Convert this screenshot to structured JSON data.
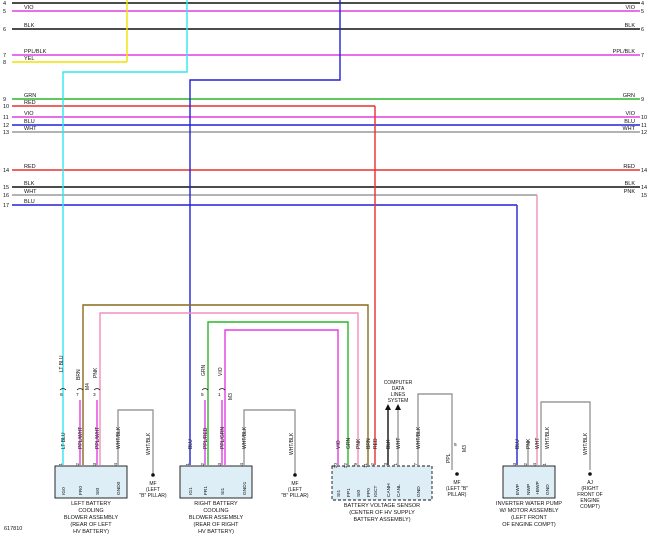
{
  "colors": {
    "VIO": "#e23ee2",
    "BLK": "#111111",
    "PPL": "#e23ee2",
    "YEL": "#f2e200",
    "GRN": "#2cb52c",
    "RED": "#e8302f",
    "BLU": "#2222d6",
    "WHT": "#9a9a9a",
    "PNK": "#f28fb8",
    "LTBLU": "#30e6f0",
    "BRN": "#8a6a1c",
    "connector_fill": "#ddeef6"
  },
  "rows": [
    {
      "n": "4",
      "label": "",
      "color": "BLK",
      "num_right": "4"
    },
    {
      "n": "5",
      "label": "VIO",
      "color": "VIO",
      "num_right": "5"
    },
    {
      "n": "6",
      "label": "BLK",
      "color": "BLK",
      "num_right": "6"
    },
    {
      "n": "7",
      "label": "PPL/BLK",
      "color": "PPL",
      "num_right": "7"
    },
    {
      "n": "8",
      "label": "YEL",
      "color": "YEL",
      "num_right": ""
    },
    {
      "n": "9",
      "label": "GRN",
      "color": "GRN",
      "num_right": "9"
    },
    {
      "n": "10",
      "label": "RED",
      "color": "RED",
      "num_right": ""
    },
    {
      "n": "11",
      "label": "VIO",
      "color": "VIO",
      "num_right": "10"
    },
    {
      "n": "12",
      "label": "BLU",
      "color": "BLU",
      "num_right": "11"
    },
    {
      "n": "13",
      "label": "WHT",
      "color": "WHT",
      "num_right": "12"
    },
    {
      "n": "14",
      "label": "RED",
      "color": "RED",
      "num_right": "14"
    },
    {
      "n": "15",
      "label": "BLK",
      "color": "BLK",
      "num_right": "14"
    },
    {
      "n": "16",
      "label": "WHT",
      "color": "WHT",
      "num_right": "15"
    },
    {
      "n": "17",
      "label": "BLU",
      "color": "BLU",
      "num_right": ""
    }
  ],
  "right_labels": [
    {
      "label": "VIO"
    },
    {
      "label": "BLK"
    },
    {
      "label": "PPL/BLK"
    },
    {
      "label": "GRN"
    },
    {
      "label": "VIO"
    },
    {
      "label": "BLU"
    },
    {
      "label": "WHT"
    },
    {
      "label": "RED"
    },
    {
      "label": "BLK"
    },
    {
      "label": "PNK"
    }
  ],
  "components": {
    "left_blower": {
      "caption": [
        "LEFT BATTERY",
        "COOLING",
        "BLOWER ASSEMBLY",
        "(REAR OF LEFT",
        "HV BATTERY)"
      ],
      "pins": [
        "IG0",
        "FR0",
        "SI0",
        "GND0"
      ],
      "pin_numbers": [
        "1",
        "2",
        "3",
        "4"
      ],
      "wires": [
        "LT BLU",
        "PPL/WHT",
        "PPL/WHT",
        "WHT/BLK"
      ],
      "top_wires": [
        "LT BLU",
        "BRN",
        "PNK"
      ],
      "top_pins": [
        "6",
        "7",
        "3"
      ],
      "connector": "M4",
      "ground_label": "WHT/BLK",
      "ground": [
        "MF",
        "(LEFT",
        "\"B\" PILLAR)"
      ]
    },
    "right_blower": {
      "caption": [
        "RIGHT BATTERY",
        "COOLING",
        "BLOWER ASSEMBLY",
        "(REAR OF RIGHT",
        "HV BATTERY)"
      ],
      "pins": [
        "IG1",
        "FR1",
        "SI1",
        "GND1"
      ],
      "pin_numbers": [
        "1",
        "2",
        "3",
        "4"
      ],
      "wires": [
        "BLU",
        "PPL/RED",
        "PPL/GRN",
        "WHT/BLK"
      ],
      "top_wires": [
        "GRN",
        "VIO"
      ],
      "top_pins": [
        "5",
        "1"
      ],
      "connector": "M3",
      "ground_label": "WHT/BLK",
      "ground": [
        "MF",
        "(LEFT",
        "\"B\" PILLAR)"
      ]
    },
    "sensor": {
      "caption": [
        "BATTERY VOLTAGE SENSOR",
        "(CENTER OF HV SUPPLY",
        "BATTERY ASSEMBLY)"
      ],
      "pins": [
        "SI1",
        "FP1",
        "SI0",
        "FP0",
        "IGCT",
        "CANH",
        "CANL",
        "GND"
      ],
      "pin_numbers": [
        "10",
        "12",
        "9",
        "11",
        "2",
        "3",
        "1",
        "7"
      ],
      "wires": [
        "VIO",
        "GRN",
        "PNK",
        "BRN",
        "RED",
        "BLK",
        "WHT",
        "WHT/BLK"
      ],
      "can_label": [
        "COMPUTER",
        "DATA",
        "LINES",
        "SYSTEM"
      ],
      "ground_wire": "PPL",
      "ground_pin": "5",
      "connector": "M3",
      "ground": [
        "MF",
        "(LEFT \"B\"",
        "PILLAR)"
      ]
    },
    "pump": {
      "caption": [
        "INVERTER WATER PUMP",
        "W/ MOTOR ASSEMBLY",
        "(LEFT FRONT",
        "OF ENGINE COMPT)"
      ],
      "pins": [
        "EWP",
        "NWP",
        "+BWP",
        "GND"
      ],
      "pin_numbers": [
        "3",
        "2",
        "4",
        "1"
      ],
      "wires": [
        "BLU",
        "PNK",
        "WHT",
        "WHT/BLK"
      ],
      "ground_label": "WHT/BLK",
      "ground": [
        "AJ",
        "(RIGHT",
        "FRONT OF",
        "ENGINE",
        "COMPT)"
      ]
    }
  },
  "figure_id": "617810"
}
